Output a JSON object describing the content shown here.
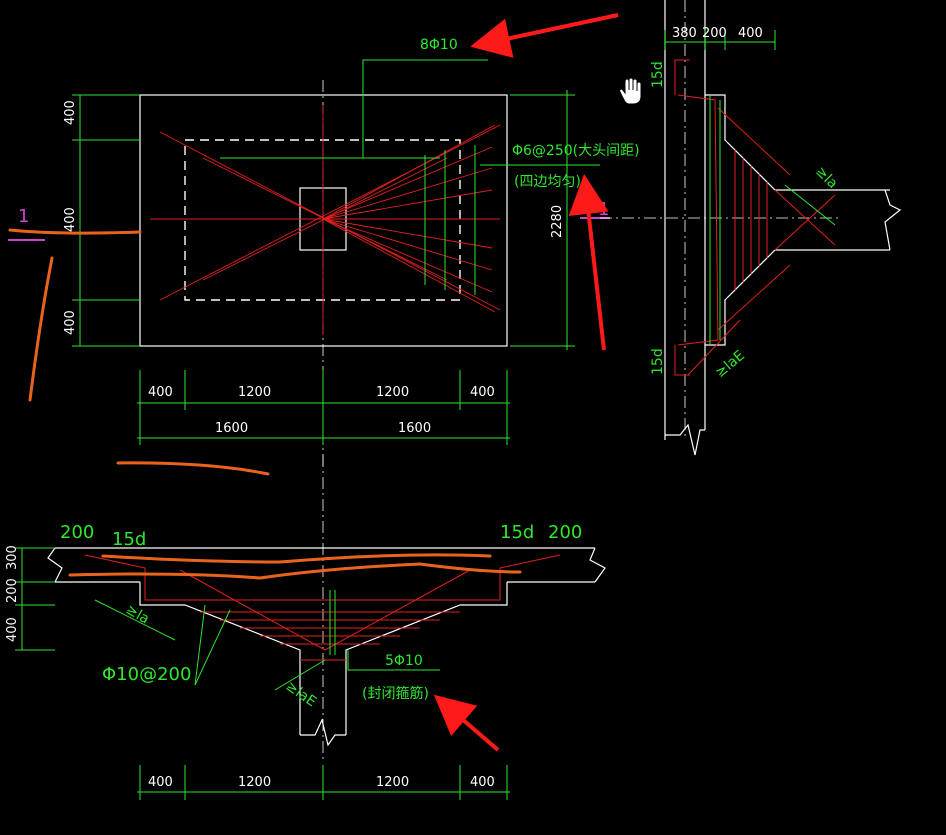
{
  "labels": {
    "rebar_top": "8Φ10",
    "rebar_radial": "Φ6@250(大头间距)",
    "rebar_radial_note": "(四边均匀)",
    "section_mark": "1",
    "rebar_bottom": "Φ10@200",
    "rebar_ring": "5Φ10",
    "rebar_ring_note": "(封闭箍筋)",
    "anchor_la": "≥la",
    "anchor_lae": "≥laE",
    "anchor_15d": "15d",
    "edge_200": "200"
  },
  "plan_dims": {
    "top_row": [
      "400",
      "1200",
      "1200",
      "400"
    ],
    "second_row": [
      "1600",
      "1600"
    ],
    "left_col": [
      "400",
      "400",
      "400"
    ],
    "right_total": "2280"
  },
  "section_dims": {
    "top": [
      "380",
      "200",
      "400"
    ],
    "left_col": [
      "300",
      "200",
      "400"
    ],
    "bottom_row": [
      "400",
      "1200",
      "1200",
      "400"
    ]
  },
  "colors": {
    "background": "#000000",
    "line": "#ffffff",
    "dim": "#2ee62e",
    "rebar": "#e02020",
    "markup": "#ff1a1a",
    "sketch": "#e8641e",
    "section": "#cc44cc"
  }
}
